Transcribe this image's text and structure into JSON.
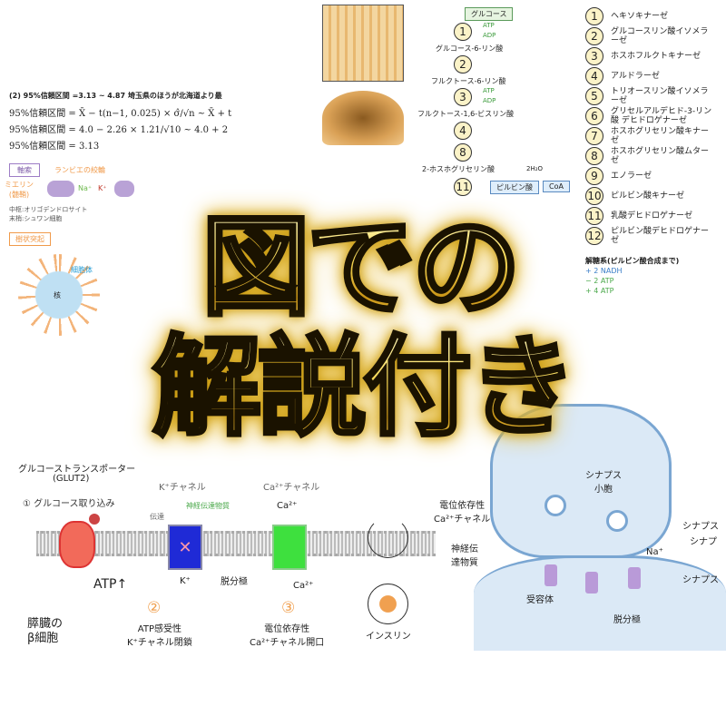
{
  "headline": {
    "line1": "図での",
    "line2": "解説付き"
  },
  "stats": {
    "line1": "(2) 95%信頼区間 =3.13 ~ 4.87  埼玉県のほうが北海道より最",
    "formula1": "95%信頼区間 = X̄ − t(n−1, 0.025) × σ̂/√n  ~  X̄ + t",
    "formula2": "95%信頼区間 = 4.0 − 2.26 × 1.21/√10  ~ 4.0 + 2",
    "formula3": "95%信頼区間 = 3.13"
  },
  "neuron": {
    "axon": "軸索",
    "ranvier": "ランビエの絞輪",
    "myelin": "ミエリン\n(髄鞘)",
    "na": "Na⁺",
    "k": "K⁺",
    "glia1": "中枢:オリゴデンドロサイト",
    "glia2": "末梢:シュワン細胞",
    "dendrite": "樹状突起",
    "cell_body": "細胞体",
    "nucleus": "核"
  },
  "glycolysis": {
    "start": "グルコース",
    "atp": "ATP",
    "adp": "ADP",
    "g6p": "グルコース-6-リン酸",
    "f6p": "フルクトース-6-リン酸",
    "f16bp": "フルクトース-1,6-ビスリン酸",
    "pg2": "2-ホスホグリセリン酸",
    "h2o": "2H₂O",
    "pyruvate": "ピルビン酸",
    "coa": "CoA",
    "steps": [
      "1",
      "2",
      "3",
      "4",
      "8",
      "11"
    ],
    "enzymes": [
      {
        "n": "1",
        "name": "ヘキソキナーゼ"
      },
      {
        "n": "2",
        "name": "グルコースリン酸イソメラーゼ"
      },
      {
        "n": "3",
        "name": "ホスホフルクトキナーゼ"
      },
      {
        "n": "4",
        "name": "アルドラーゼ"
      },
      {
        "n": "5",
        "name": "トリオースリン酸イソメラーゼ"
      },
      {
        "n": "6",
        "name": "グリセルアルデヒド-3-リン酸 デヒドロゲナーゼ"
      },
      {
        "n": "7",
        "name": "ホスホグリセリン酸キナーゼ"
      },
      {
        "n": "8",
        "name": "ホスホグリセリン酸ムターゼ"
      },
      {
        "n": "9",
        "name": "エノラーゼ"
      },
      {
        "n": "10",
        "name": "ピルビン酸キナーゼ"
      },
      {
        "n": "11",
        "name": "乳酸デヒドロゲナーゼ"
      },
      {
        "n": "12",
        "name": "ピルビン酸デヒドロゲナーゼ"
      }
    ],
    "summary_title": "解糖系(ピルビン酸合成まで)",
    "nadh": "+ 2 NADH",
    "atp_minus": "− 2 ATP",
    "atp_plus": "+ 4 ATP",
    "colors": {
      "nadh": "#3a7ec8",
      "atp": "#4aa84a"
    }
  },
  "beta_cell": {
    "glut": "グルコーストランスポーター",
    "glut2": "(GLUT2)",
    "step1": "① グルコース取り込み",
    "atp": "ATP↑",
    "k": "K⁺",
    "depol": "脱分極",
    "ca_top": "Ca²⁺",
    "ca_bottom": "Ca²⁺",
    "insulin": "インスリン",
    "step2_num": "②",
    "step2a": "ATP感受性",
    "step2b": "K⁺チャネル閉鎖",
    "step3_num": "③",
    "step3a": "電位依存性",
    "step3b": "Ca²⁺チャネル開口",
    "cell_a": "膵臓の",
    "cell_b": "β細胞",
    "neuro": "神経伝達物質",
    "transmit": "伝達",
    "k_channel": "K⁺チャネル",
    "ca_channel": "Ca²⁺チャネル"
  },
  "synapse": {
    "vca1": "電位依存性",
    "vca2": "Ca²⁺チャネル",
    "nt1": "神経伝",
    "nt2": "達物質",
    "vesicle1": "シナプス",
    "vesicle2": "小胞",
    "na": "Na⁺",
    "receptor": "受容体",
    "depol": "脱分極",
    "side1": "シナプス",
    "side2": "シナプ",
    "side3": "シナプス"
  }
}
